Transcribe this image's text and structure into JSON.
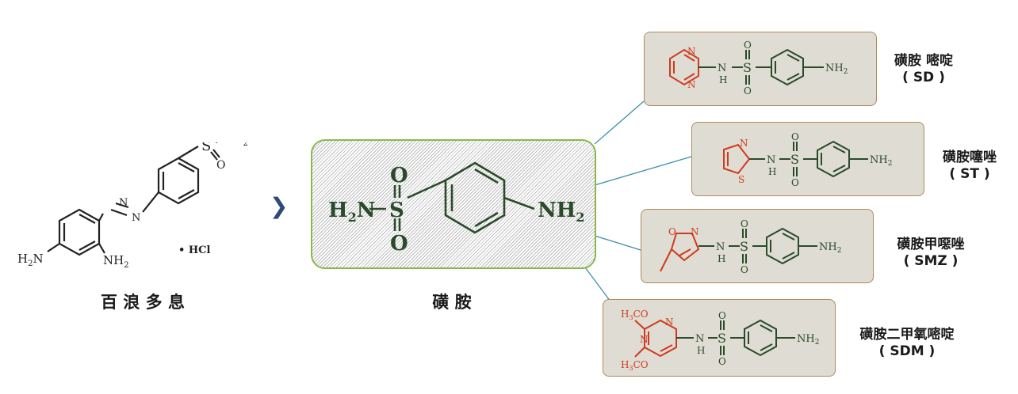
{
  "prontosil": {
    "title": "百 浪 多 息",
    "hcl": "• HCl",
    "atoms": {
      "nh2_top": "NH",
      "s": "S",
      "o": "O",
      "n": "N",
      "h2n": "H",
      "nh2_bottom": "NH"
    },
    "sub2": "2"
  },
  "arrow": "❯",
  "core": {
    "title": "磺    胺",
    "atoms": {
      "h2n_left": "H",
      "n_left": "N",
      "s": "S",
      "o": "O",
      "nh2_right": "NH"
    },
    "sub2": "2"
  },
  "derivatives": [
    {
      "name": "磺胺 嘧啶",
      "abbr": "( SD )"
    },
    {
      "name": "磺胺噻唑",
      "abbr": "( ST )"
    },
    {
      "name": "磺胺甲噁唑",
      "abbr": "( SMZ )"
    },
    {
      "name": "磺胺二甲氧嘧啶",
      "abbr": "( SDM )"
    }
  ],
  "deriv_atoms": {
    "n": "N",
    "s": "S",
    "o": "O",
    "h": "H",
    "nh2": "NH",
    "sub2": "2",
    "h3co": "H",
    "sub3": "3",
    "co": "CO"
  },
  "colors": {
    "green": "#2a4a2a",
    "red": "#d03a1e",
    "connector": "#3b8fb0",
    "arrow": "#2c4a7a",
    "box_border": "#b08a5a",
    "core_border": "#8ab84a"
  }
}
